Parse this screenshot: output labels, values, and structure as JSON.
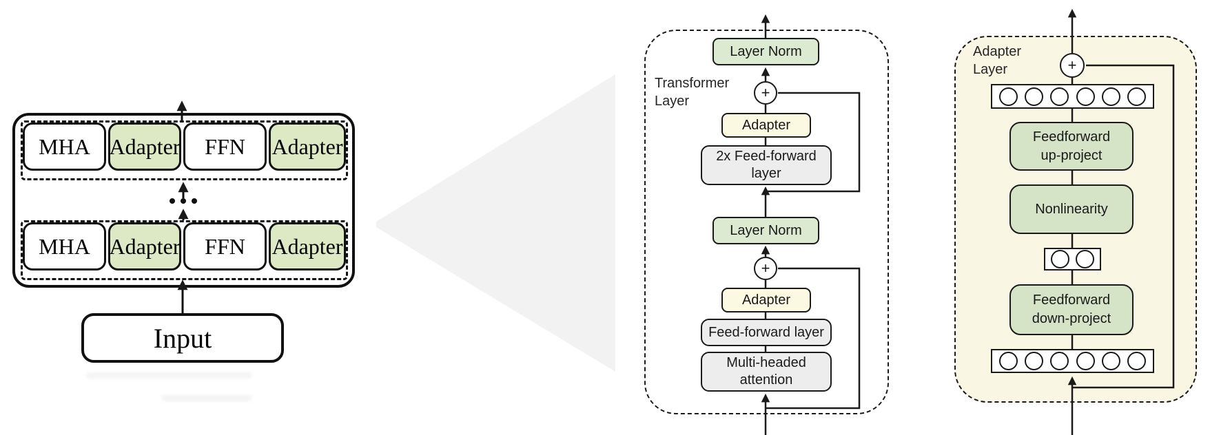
{
  "overview": {
    "rows": [
      {
        "blocks": [
          {
            "label": "MHA"
          },
          {
            "label": "Adapter"
          },
          {
            "label": "FFN"
          },
          {
            "label": "Adapter"
          }
        ]
      },
      {
        "blocks": [
          {
            "label": "MHA"
          },
          {
            "label": "Adapter"
          },
          {
            "label": "FFN"
          },
          {
            "label": "Adapter"
          }
        ]
      }
    ],
    "input_label": "Input"
  },
  "transformer_panel": {
    "title_line1": "Transformer",
    "title_line2": "Layer",
    "layer_norm_top": "Layer Norm",
    "plus_symbol": "+",
    "adapter_top": "Adapter",
    "ff2x_line1": "2x Feed-forward",
    "ff2x_line2": "layer",
    "layer_norm_bottom": "Layer Norm",
    "adapter_bottom": "Adapter",
    "ff_label": "Feed-forward layer",
    "mha_line1": "Multi-headed",
    "mha_line2": "attention"
  },
  "adapter_panel": {
    "title_line1": "Adapter",
    "title_line2": "Layer",
    "plus_symbol": "+",
    "up_line1": "Feedforward",
    "up_line2": "up-project",
    "nonlinearity_label": "Nonlinearity",
    "down_line1": "Feedforward",
    "down_line2": "down-project"
  },
  "colors": {
    "adapter_green_left": "#dde9c4",
    "layer_norm_green": "#dcead2",
    "adapter_cream": "#fcf9e3",
    "gray_block": "#ededed",
    "adapter_panel_bg": "#faf6e4",
    "adapter_green_right": "#d5e3c6",
    "zoom_wedge": "#f2f2f2",
    "line": "#1a1a1a"
  }
}
